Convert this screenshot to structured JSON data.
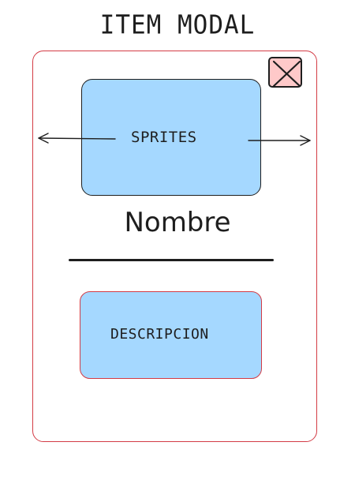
{
  "title": "ITEM MODAL",
  "sprites_label": "SPRITES",
  "name_label": "Nombre",
  "description_label": "DESCRIPCION",
  "colors": {
    "modal_border": "#d33b45",
    "box_fill": "#a5d8ff",
    "close_fill": "#ffc9c9",
    "stroke": "#1e1e1e"
  },
  "icons": {
    "close": "close-icon",
    "prev": "arrow-left-icon",
    "next": "arrow-right-icon"
  }
}
